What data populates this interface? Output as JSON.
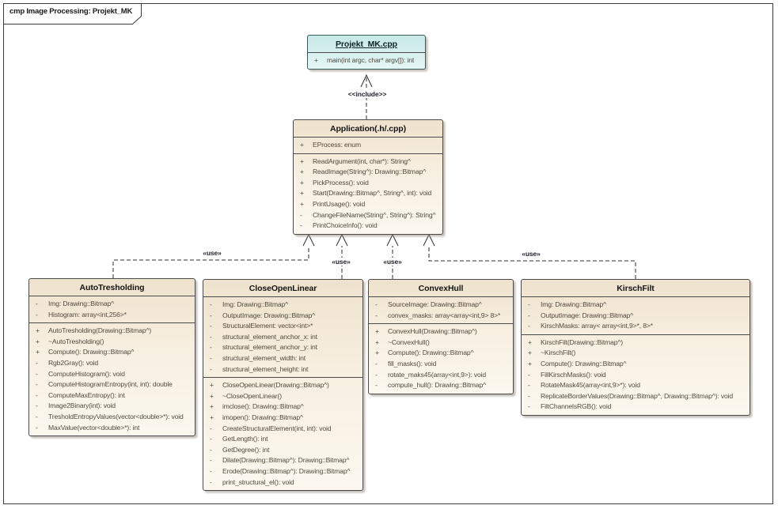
{
  "frame": {
    "label": "cmp Image Processing: Projekt_MK"
  },
  "connector_labels": {
    "include": "<<include>>",
    "use": "«use»"
  },
  "colors": {
    "class_fill": "#f5ead8",
    "component_fill": "#cdeaea",
    "box_border": "#4a4a4a",
    "member_text": "#51493e",
    "connector": "#2e2e2e"
  },
  "classes": {
    "projekt": {
      "title": "Projekt_MK.cpp",
      "attributes": [],
      "methods": [
        {
          "v": "+",
          "t": "main(int argc, char* argv[]): int"
        }
      ]
    },
    "application": {
      "title": "Application(.h/.cpp)",
      "attributes": [
        {
          "v": "+",
          "t": "EProcess: enum"
        }
      ],
      "methods": [
        {
          "v": "+",
          "t": "ReadArgument(int, char*): String^"
        },
        {
          "v": "+",
          "t": "ReadImage(String^): Drawing::Bitmap^"
        },
        {
          "v": "+",
          "t": "PickProcess(): void"
        },
        {
          "v": "+",
          "t": "Start(Drawing::Bitmap^, String^, int): void"
        },
        {
          "v": "+",
          "t": "PrintUsage(): void"
        },
        {
          "v": "-",
          "t": "ChangeFileName(String^, String^): String^"
        },
        {
          "v": "-",
          "t": "PrintChoiceInfo(): void"
        }
      ]
    },
    "autotresholding": {
      "title": "AutoTresholding",
      "attributes": [
        {
          "v": "-",
          "t": "Img: Drawing::Bitmap^"
        },
        {
          "v": "-",
          "t": "Histogram: array<int,256>*"
        }
      ],
      "methods": [
        {
          "v": "+",
          "t": "AutoTresholding(Drawing::Bitmap^)"
        },
        {
          "v": "+",
          "t": "~AutoTresholding()"
        },
        {
          "v": "+",
          "t": "Compute(): Drawing::Bitmap^"
        },
        {
          "v": "-",
          "t": "Rgb2Gray(): void"
        },
        {
          "v": "-",
          "t": "ComputeHistogram(): void"
        },
        {
          "v": "-",
          "t": "ComputeHistogramEntropy(int, int): double"
        },
        {
          "v": "-",
          "t": "ComputeMaxEntropy(): int"
        },
        {
          "v": "-",
          "t": "Image2Binary(int): void"
        },
        {
          "v": "-",
          "t": "TresholdEntropyValues(vector<double>*): void"
        },
        {
          "v": "-",
          "t": "MaxValue(vector<double>*): int"
        }
      ]
    },
    "closeopenlinear": {
      "title": "CloseOpenLinear",
      "attributes": [
        {
          "v": "-",
          "t": "Img: Drawing::Bitmap^"
        },
        {
          "v": "-",
          "t": "OutputImage: Drawing::Bitmap^"
        },
        {
          "v": "-",
          "t": "StructuralElement: vector<int>*"
        },
        {
          "v": "-",
          "t": "structural_element_anchor_x: int"
        },
        {
          "v": "-",
          "t": "structural_element_anchor_y: int"
        },
        {
          "v": "-",
          "t": "structural_element_width: int"
        },
        {
          "v": "-",
          "t": "structural_element_height: int"
        }
      ],
      "methods": [
        {
          "v": "+",
          "t": "CloseOpenLinear(Drawing::Bitmap^)"
        },
        {
          "v": "+",
          "t": "~CloseOpenLinear()"
        },
        {
          "v": "+",
          "t": "imclose(): Drawing::Bitmap^"
        },
        {
          "v": "+",
          "t": "imopen(): Drawing::Bitmap^"
        },
        {
          "v": "-",
          "t": "CreateStructuralElement(int, int): void"
        },
        {
          "v": "-",
          "t": "GetLength(): int"
        },
        {
          "v": "-",
          "t": "GetDegree(): int"
        },
        {
          "v": "-",
          "t": "Dilate(Drawing::Bitmap^): Drawing::Bitmap^"
        },
        {
          "v": "-",
          "t": "Erode(Drawing::Bitmap^): Drawing::Bitmap^"
        },
        {
          "v": "-",
          "t": "print_structural_el(): void"
        }
      ]
    },
    "convexhull": {
      "title": "ConvexHull",
      "attributes": [
        {
          "v": "-",
          "t": "SourceImage: Drawing::Bitmap^"
        },
        {
          "v": "-",
          "t": "convex_masks: array<array<int,9> 8>*"
        }
      ],
      "methods": [
        {
          "v": "+",
          "t": "ConvexHull(Drawing::Bitmap^)"
        },
        {
          "v": "+",
          "t": "~ConvexHull()"
        },
        {
          "v": "+",
          "t": "Compute(): Drawing::Bitmap^"
        },
        {
          "v": "-",
          "t": "fill_masks(): void"
        },
        {
          "v": "-",
          "t": "rotate_maks45(array<int,9>): void"
        },
        {
          "v": "-",
          "t": "compute_hull(): Drawing::Bitmap^"
        }
      ]
    },
    "kirschfilt": {
      "title": "KirschFilt",
      "attributes": [
        {
          "v": "-",
          "t": "Img: Drawing::Bitmap^"
        },
        {
          "v": "-",
          "t": "OutputImage: Drawing::Bitmap^"
        },
        {
          "v": "-",
          "t": "KirschMasks: array< array<int,9>*, 8>*"
        }
      ],
      "methods": [
        {
          "v": "+",
          "t": "KirschFilt(Drawing::Bitmap^)"
        },
        {
          "v": "+",
          "t": "~KirschFilt()"
        },
        {
          "v": "+",
          "t": "Compute(): Drawing::Bitmap^"
        },
        {
          "v": "-",
          "t": "FillKirschMasks(): void"
        },
        {
          "v": "-",
          "t": "RotateMask45(array<int,9>*): void"
        },
        {
          "v": "-",
          "t": "ReplicateBorderValues(Drawing::Bitmap^, Drawing::Bitmap^): void"
        },
        {
          "v": "-",
          "t": "FiltChannelsRGB(): void"
        }
      ]
    }
  }
}
